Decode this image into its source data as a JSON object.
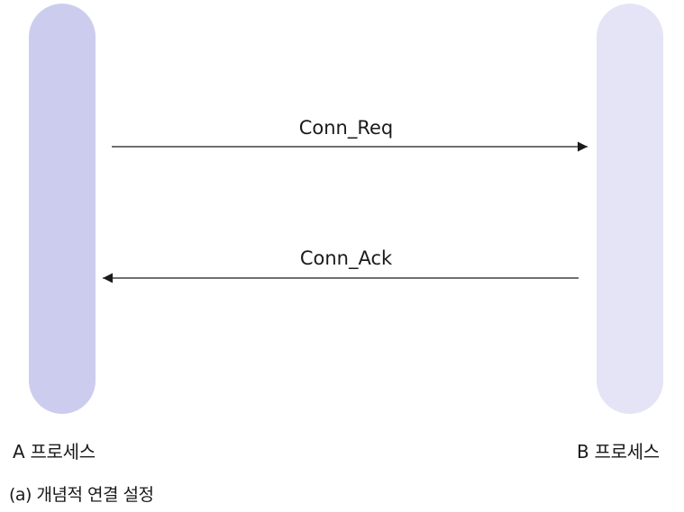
{
  "processes": {
    "a": {
      "label": "A 프로세스",
      "color": "#cccdee"
    },
    "b": {
      "label": "B 프로세스",
      "color": "#e4e4f6"
    }
  },
  "messages": [
    {
      "label": "Conn_Req",
      "from": "a",
      "to": "b"
    },
    {
      "label": "Conn_Ack",
      "from": "b",
      "to": "a"
    }
  ],
  "caption": "(a) 개념적 연결 설정",
  "line_color": "#1a1a1a"
}
